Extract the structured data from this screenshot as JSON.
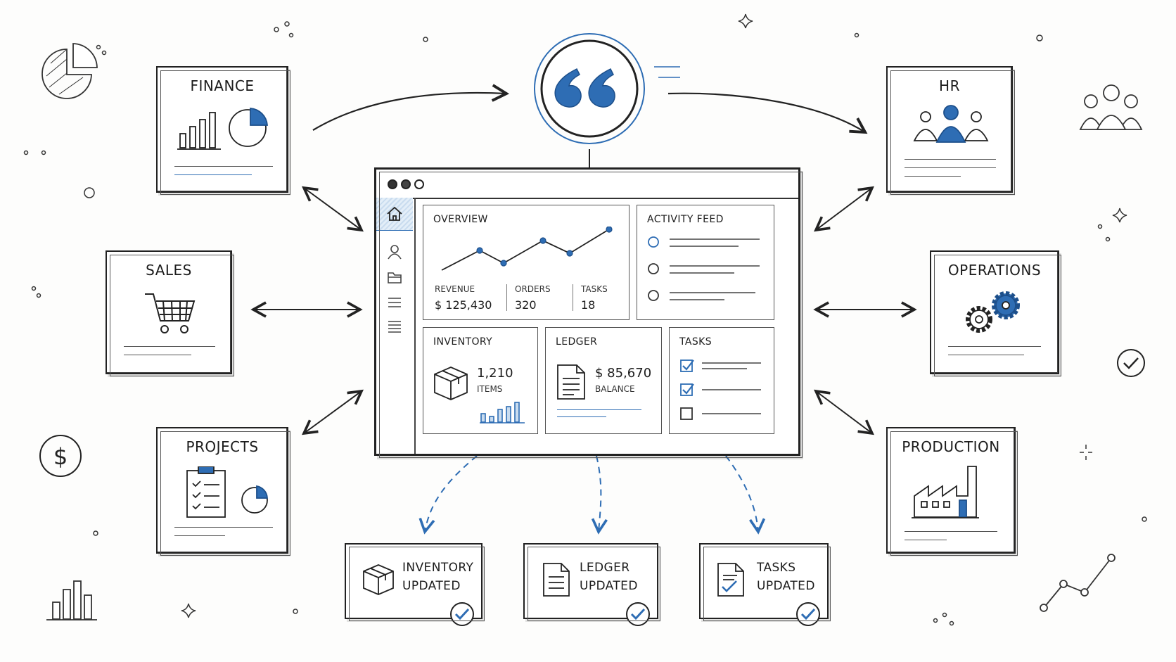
{
  "modules": {
    "finance": "FINANCE",
    "sales": "SALES",
    "projects": "PROJECTS",
    "hr": "HR",
    "operations": "OPERATIONS",
    "production": "PRODUCTION"
  },
  "dashboard": {
    "overview": {
      "title": "OVERVIEW",
      "stats": [
        {
          "label": "REVENUE",
          "value": "$ 125,430"
        },
        {
          "label": "ORDERS",
          "value": "320"
        },
        {
          "label": "TASKS",
          "value": "18"
        }
      ]
    },
    "activity_feed": {
      "title": "ACTIVITY FEED"
    },
    "inventory": {
      "title": "INVENTORY",
      "value": "1,210",
      "unit": "ITEMS"
    },
    "ledger": {
      "title": "LEDGER",
      "value": "$ 85,670",
      "unit": "BALANCE"
    },
    "tasks": {
      "title": "TASKS"
    }
  },
  "updates": {
    "inventory": [
      "INVENTORY",
      "UPDATED"
    ],
    "ledger": [
      "LEDGER",
      "UPDATED"
    ],
    "tasks": [
      "TASKS",
      "UPDATED"
    ]
  },
  "colors": {
    "accent": "#2e6db4",
    "accent_light": "#c9dcef",
    "ink": "#222222"
  }
}
